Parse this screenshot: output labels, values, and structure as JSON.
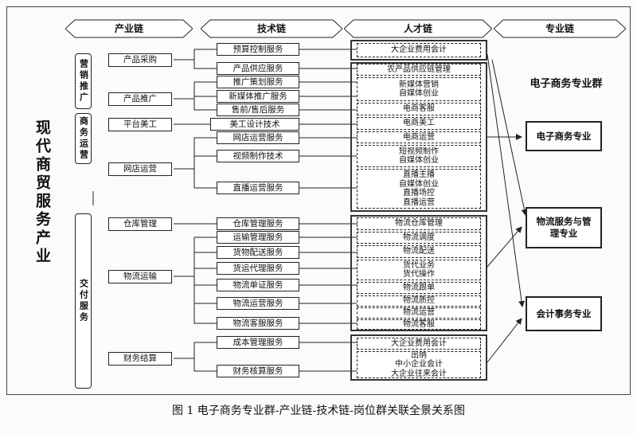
{
  "headers": {
    "industry": "产业链",
    "technology": "技术链",
    "talent": "人才链",
    "major": "专业链"
  },
  "main_title": "现代商贸服务产业",
  "sections": {
    "marketing": "营销推广",
    "ecommerce_ops": "商务运营",
    "delivery": "交付服务"
  },
  "industries": {
    "purchase": "产品采购",
    "promotion": "产品推广",
    "artwork": "平台美工",
    "store": "网店运营",
    "warehouse": "仓库管理",
    "logistics": "物流运输",
    "finance": "财务结算"
  },
  "technologies": [
    "预算控制服务",
    "产品供应服务",
    "推广策划服务",
    "新媒体推广服务",
    "售前/售后服务",
    "美工设计技术",
    "网店运营服务",
    "视频制作技术",
    "直播运营服务",
    "仓库管理服务",
    "运输管理服务",
    "货物配送服务",
    "货运代理服务",
    "物流单证服务",
    "物流运营服务",
    "物流客服服务",
    "成本管理服务",
    "财务核算服务"
  ],
  "talent": {
    "budget": [
      "大企业费用会计"
    ],
    "supply": [
      "农产品供应链管理"
    ],
    "newmedia": [
      "新媒体营销",
      "自媒体创业"
    ],
    "cs": [
      "电商客服"
    ],
    "art": [
      "电商美工"
    ],
    "ops": [
      "电商运营"
    ],
    "video": [
      "短视频制作",
      "自媒体创业"
    ],
    "live": [
      "直播主播",
      "自媒体创业",
      "直播场控",
      "直播运营"
    ],
    "warehouse": [
      "物流仓库管理"
    ],
    "dispatch": [
      "物流调度"
    ],
    "delivery": [
      "物流配送"
    ],
    "freight": [
      "货代业务",
      "货代操作"
    ],
    "docs": [
      "物流跟单"
    ],
    "quality": [
      "物流质控"
    ],
    "lops": [
      "物流运营"
    ],
    "lcs": [
      "物流客服"
    ],
    "cost": [
      "大企业费用会计"
    ],
    "acct": [
      "出纳",
      "中小企业会计",
      "大企业往来会计"
    ]
  },
  "major_group_label": "电子商务专业群",
  "majors": {
    "ecommerce": "电子商务专业",
    "logistics": "物流服务与管理专业",
    "accounting": "会计事务专业"
  },
  "caption": "图 1   电子商务专业群-产业链-技术链-岗位群关联全景关系图"
}
